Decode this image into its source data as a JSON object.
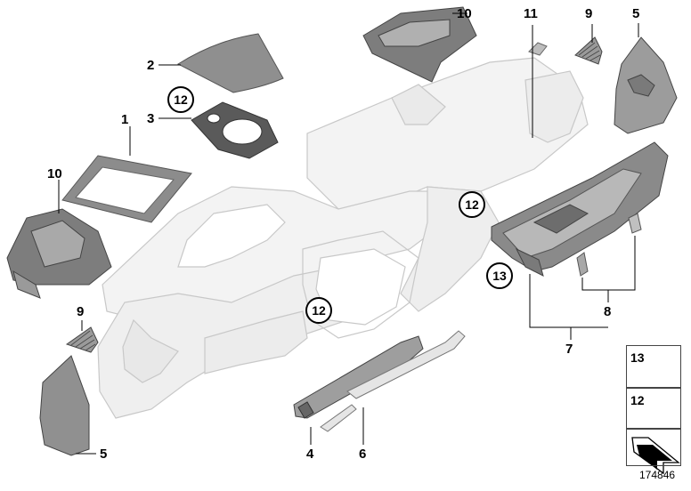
{
  "callouts": {
    "c1": "1",
    "c2": "2",
    "c3": "3",
    "c4": "4",
    "c5a": "5",
    "c5b": "5",
    "c6": "6",
    "c7": "7",
    "c8": "8",
    "c9a": "9",
    "c9b": "9",
    "c10a": "10",
    "c10b": "10",
    "c11": "11"
  },
  "circled": {
    "a": "12",
    "b": "12",
    "c": "12",
    "d": "13"
  },
  "legend": {
    "screw": "13",
    "clip": "12"
  },
  "reference_number": "174846"
}
